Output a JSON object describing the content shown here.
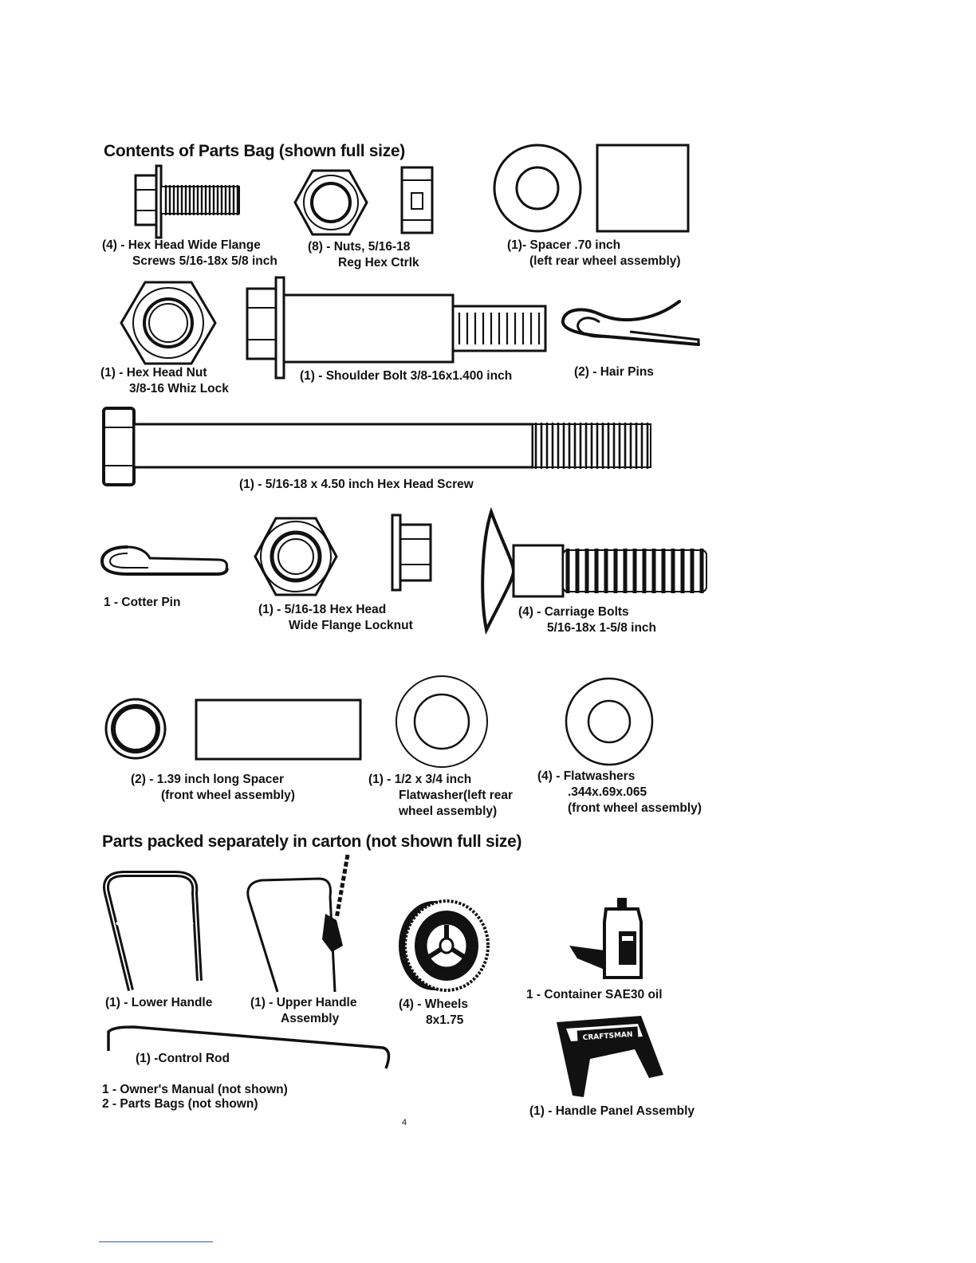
{
  "sections": {
    "bag_heading": "Contents of Parts Bag (shown full size)",
    "carton_heading": "Parts packed separately in carton (not shown full size)"
  },
  "parts": {
    "flange_screws": [
      "(4) -  Hex Head Wide Flange",
      "Screws 5/16-18x 5/8 inch"
    ],
    "nuts": [
      "(8) - Nuts, 5/16-18",
      "Reg Hex Ctrlk"
    ],
    "spacer_70": [
      "(1)- Spacer .70 inch",
      "(left rear wheel assembly)"
    ],
    "hex_head_nut": [
      "(1) - Hex Head Nut",
      "3/8-16 Whiz Lock"
    ],
    "shoulder_bolt": "(1) - Shoulder Bolt 3/8-16x1.400 inch",
    "hair_pins": "(2) - Hair Pins",
    "hex_head_screw": "(1) - 5/16-18 x 4.50 inch Hex Head Screw",
    "cotter_pin": "1 - Cotter Pin",
    "flange_locknut": [
      "(1) - 5/16-18 Hex Head",
      "Wide Flange Locknut"
    ],
    "carriage_bolts": [
      "(4) - Carriage Bolts",
      "5/16-18x 1-5/8 inch"
    ],
    "spacer_139": [
      "(2) - 1.39 inch long Spacer",
      "(front wheel assembly)"
    ],
    "flatwasher_rear": [
      "(1) - 1/2 x 3/4 inch",
      "Flatwasher(left rear",
      "wheel assembly)"
    ],
    "flatwashers_front": [
      "(4) - Flatwashers",
      ".344x.69x.065",
      "(front wheel assembly)"
    ],
    "lower_handle": "(1) - Lower Handle",
    "upper_handle": [
      "(1) - Upper Handle",
      "Assembly"
    ],
    "wheels": [
      "(4) - Wheels",
      "8x1.75"
    ],
    "oil": "1 - Container SAE30 oil",
    "control_rod": "(1) -Control Rod",
    "manual_bags": [
      "1 - Owner's Manual (not shown)",
      "2 - Parts Bags (not shown)"
    ],
    "handle_panel": "(1) - Handle Panel Assembly",
    "panel_brand": "CRAFTSMAN"
  },
  "page_number": "4"
}
